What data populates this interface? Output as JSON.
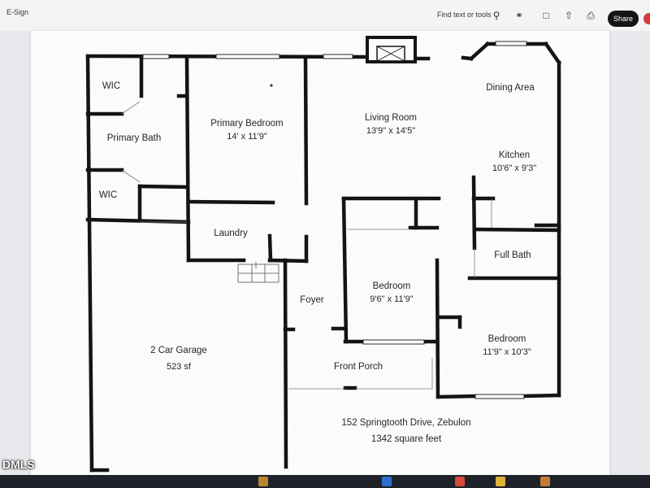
{
  "app": {
    "title": "E-Sign",
    "find_placeholder": "Find text or tools",
    "share_label": "Share"
  },
  "toolbar_icons": [
    "search-icon",
    "headphones-icon",
    "save-icon",
    "upload-icon",
    "print-icon"
  ],
  "floor_plan": {
    "rooms": {
      "wic_top": {
        "name": "WIC"
      },
      "primary_bath": {
        "name": "Primary Bath"
      },
      "wic_bottom": {
        "name": "WIC"
      },
      "primary_bedroom": {
        "name": "Primary Bedroom",
        "dim": "14' x 11'9\""
      },
      "living_room": {
        "name": "Living Room",
        "dim": "13'9\" x 14'5\""
      },
      "dining_area": {
        "name": "Dining Area"
      },
      "kitchen": {
        "name": "Kitchen",
        "dim": "10'6\" x 9'3\""
      },
      "laundry": {
        "name": "Laundry"
      },
      "full_bath": {
        "name": "Full Bath"
      },
      "foyer": {
        "name": "Foyer"
      },
      "bedroom_center": {
        "name": "Bedroom",
        "dim": "9'6\" x 11'9\""
      },
      "bedroom_right": {
        "name": "Bedroom",
        "dim": "11'9\" x 10'3\""
      },
      "garage": {
        "name": "2 Car Garage",
        "dim": "523 sf"
      },
      "front_porch": {
        "name": "Front Porch"
      }
    },
    "address": "152 Springtooth Drive, Zebulon",
    "square_feet": "1342 square feet"
  },
  "watermark": "DMLS",
  "colors": {
    "wall": "#141414",
    "accent_share": "#151515"
  }
}
